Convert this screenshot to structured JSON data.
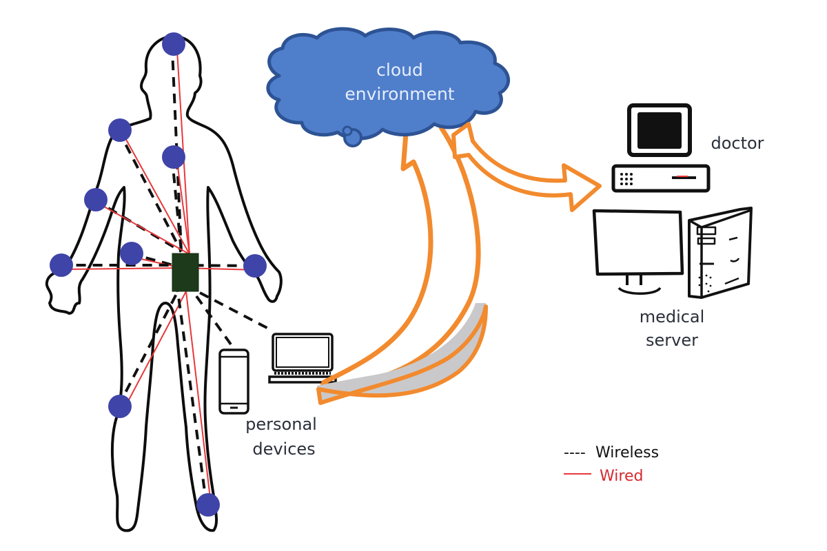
{
  "title": "Body area network: sensors, personal devices, cloud, doctor and medical server",
  "labels": {
    "cloud_line1": "cloud",
    "cloud_line2": "environment",
    "doctor": "doctor",
    "server_line1": "medical",
    "server_line2": "server",
    "devices_line1": "personal",
    "devices_line2": "devices"
  },
  "legend": {
    "wireless_prefix": "----",
    "wireless_label": "Wireless",
    "wired_label": "Wired"
  },
  "colors": {
    "sensor": "#3f44a8",
    "hub": "#1d3a1a",
    "wired": "#e8383a",
    "wireless": "#111111",
    "cloud_fill": "#4f7ecb",
    "cloud_stroke": "#2d5394",
    "arrow": "#f28a2e",
    "arrow_fill": "#c9c9cb"
  },
  "nodes": [
    {
      "id": "head"
    },
    {
      "id": "left-shoulder"
    },
    {
      "id": "chest"
    },
    {
      "id": "left-elbow"
    },
    {
      "id": "abdomen"
    },
    {
      "id": "left-wrist"
    },
    {
      "id": "right-wrist"
    },
    {
      "id": "left-knee"
    },
    {
      "id": "right-ankle"
    }
  ]
}
